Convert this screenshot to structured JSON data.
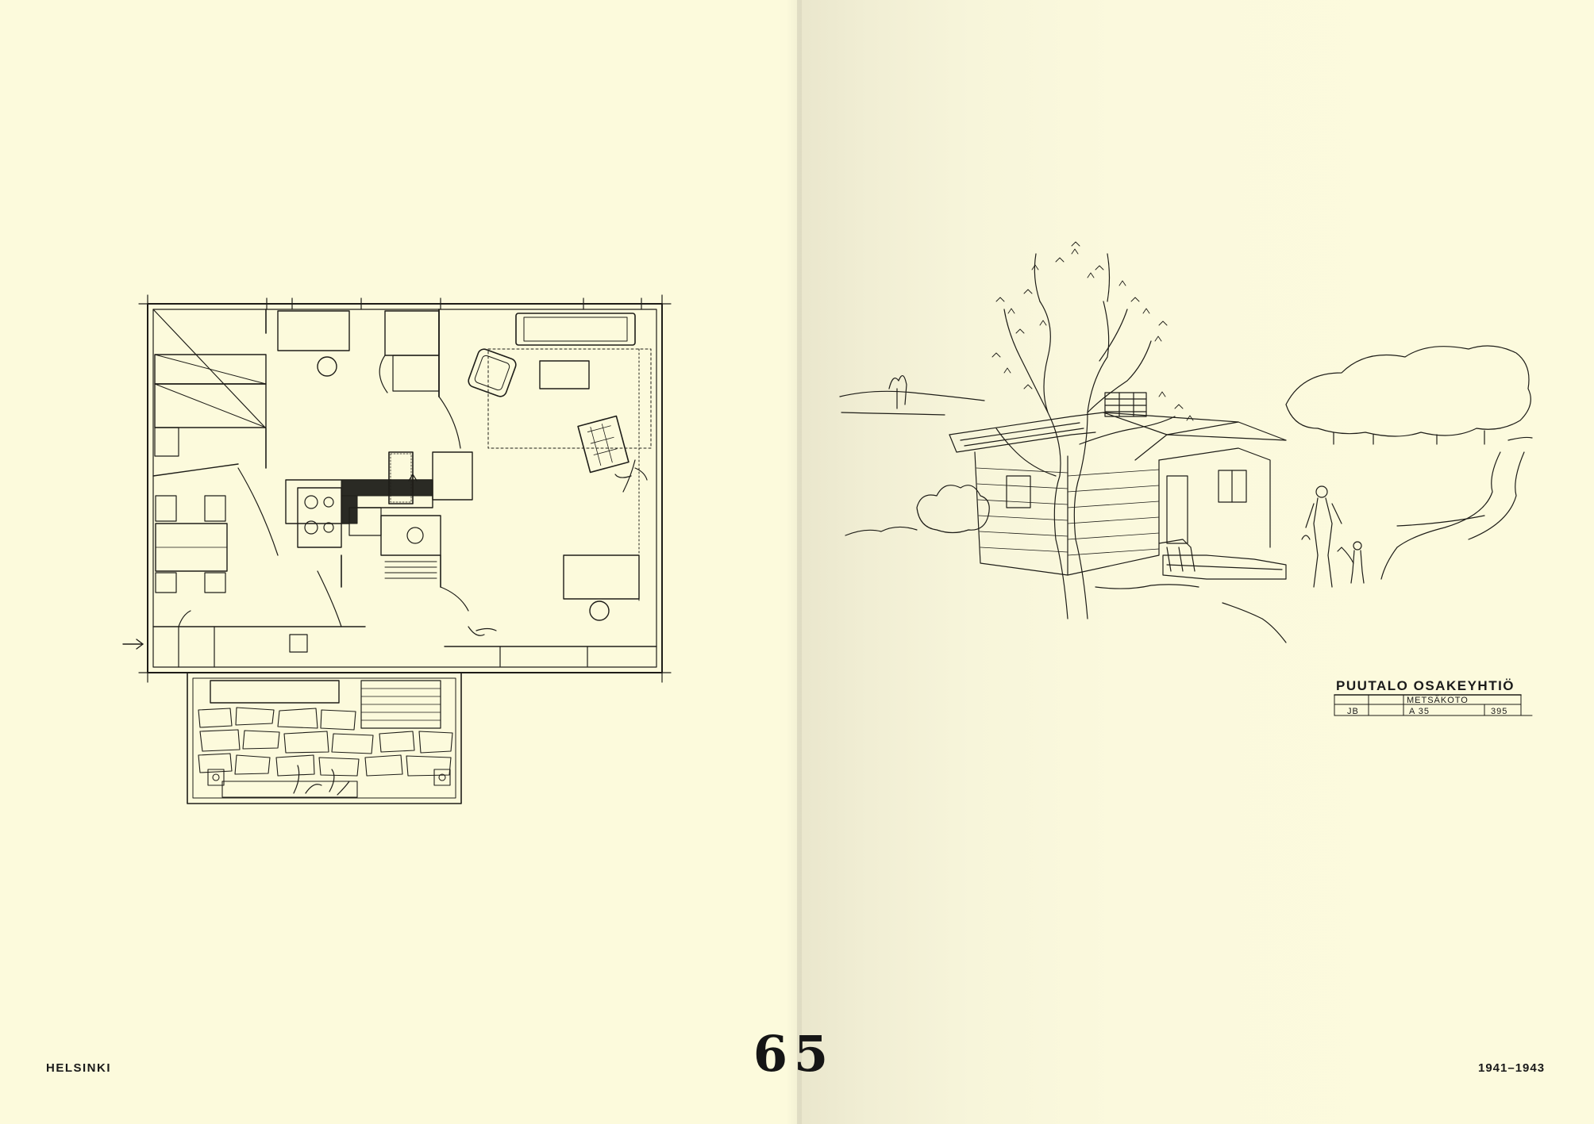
{
  "footer": {
    "location": "HELSINKI",
    "page_number": "65",
    "years": "1941–1943"
  },
  "title_block": {
    "company": "PUUTALO OSAKEYHTIÖ",
    "model_name": "METSÄKOTO",
    "initials": "JB",
    "type_code": "A 35",
    "drawing_number": "395"
  },
  "illustrations": {
    "left": "floor-plan-drawing",
    "right": "house-perspective-drawing"
  }
}
